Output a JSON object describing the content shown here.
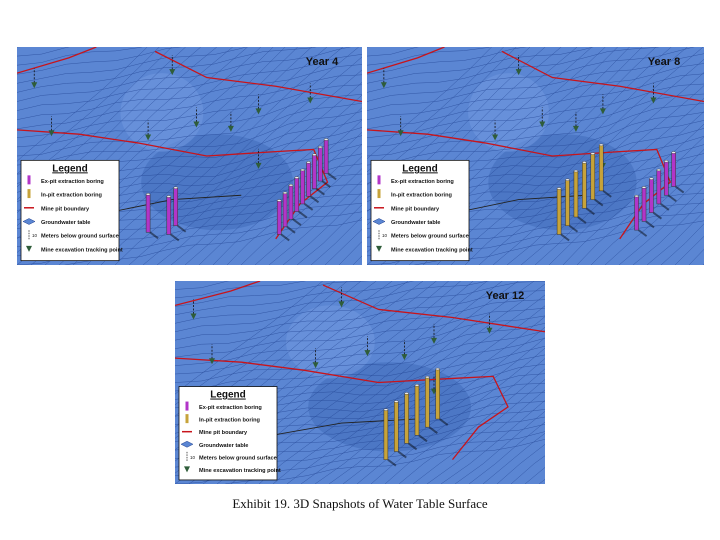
{
  "caption": "Exhibit 19. 3D Snapshots of Water Table Surface",
  "colors": {
    "water_surface": "#5b86d3",
    "mesh_line": "#1e3f8f",
    "pit_boundary": "#c8141b",
    "ex_pit_boring": "#b235c8",
    "in_pit_boring": "#c7a33a",
    "tracking_point": "#2f5d3a"
  },
  "panels": [
    {
      "id": "year-4",
      "label": "Year 4",
      "boring_type": "ex-pit"
    },
    {
      "id": "year-8",
      "label": "Year 8",
      "boring_type": "mixed"
    },
    {
      "id": "year-12",
      "label": "Year 12",
      "boring_type": "in-pit"
    }
  ],
  "legend": {
    "title": "Legend",
    "items": [
      {
        "label": "Ex-pit extraction boring",
        "icon": "ex-pit-boring-icon"
      },
      {
        "label": "In-pit extraction boring",
        "icon": "in-pit-boring-icon"
      },
      {
        "label": "Mine pit boundary",
        "icon": "pit-boundary-line-icon"
      },
      {
        "label": "Groundwater table",
        "icon": "groundwater-table-icon"
      },
      {
        "label": "Meters below ground surface",
        "icon": "depth-marker-icon",
        "marker_value": "10"
      },
      {
        "label": "Mine excavation tracking point",
        "icon": "tracking-point-icon"
      }
    ]
  }
}
